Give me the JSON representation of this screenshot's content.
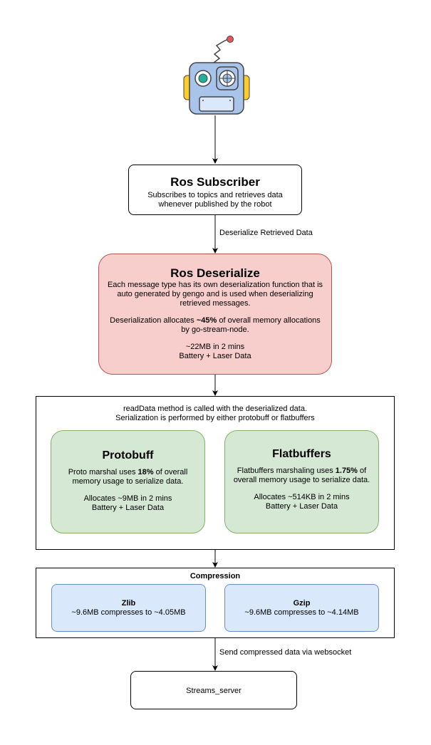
{
  "subscriber": {
    "title": "Ros Subscriber",
    "desc_line1": "Subscribes to topics and retrieves data",
    "desc_line2": "whenever published by the robot"
  },
  "edge1_label": "Deserialize Retrieved Data",
  "deserialize": {
    "title": "Ros Deserialize",
    "para1": "Each message type has its own deserialization function that is auto generated by gengo and is used when deserializing retrieved messages.",
    "para2_pre": "Deserialization allocates ",
    "para2_bold": "~45%",
    "para2_post": " of overall memory allocations by go-stream-node.",
    "alloc": "~22MB in 2 mins",
    "data": "Battery + Laser Data"
  },
  "serialization": {
    "line1": "readData method is called with the deserialized data.",
    "line2": "Serialization is performed by either protobuff or flatbuffers",
    "protobuff": {
      "title": "Protobuff",
      "pre": "Proto marshal uses ",
      "bold": "18%",
      "post": " of overall memory usage to serialize data.",
      "alloc": "Allocates ~9MB in 2 mins",
      "data": "Battery + Laser Data"
    },
    "flatbuffers": {
      "title": "Flatbuffers",
      "pre": "Flatbuffers marshaling uses ",
      "bold": "1.75%",
      "post": " of overall memory usage to serialize data.",
      "alloc": "Allocates ~514KB in 2 mins",
      "data": "Battery + Laser Data"
    }
  },
  "compression": {
    "title": "Compression",
    "zlib": {
      "title": "Zlib",
      "desc": "~9.6MB compresses to ~4.05MB"
    },
    "gzip": {
      "title": "Gzip",
      "desc": "~9.6MB compresses to ~4.14MB"
    }
  },
  "edge2_label": "Send compressed data via websocket",
  "server": {
    "label": "Streams_server"
  },
  "colors": {
    "deserialize_fill": "#f8cecc",
    "deserialize_stroke": "#b85450",
    "green_fill": "#d5e8d4",
    "green_stroke": "#82b366",
    "blue_fill": "#dae8fc",
    "blue_stroke": "#6c8ebf",
    "robot_body": "#a9c4eb",
    "robot_ears": "#ffcd28"
  },
  "icon": "robot-icon"
}
